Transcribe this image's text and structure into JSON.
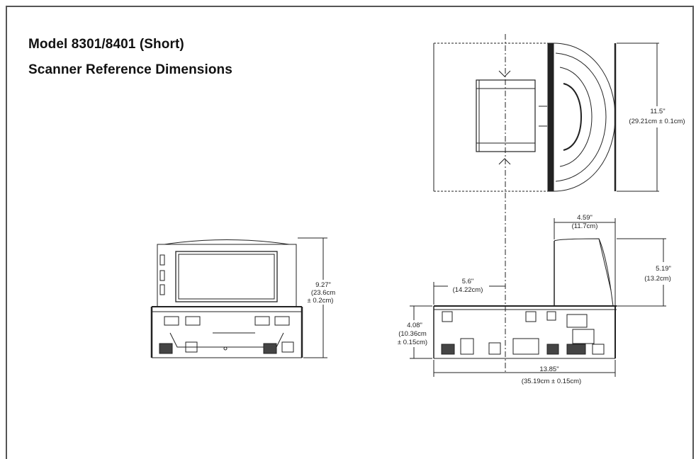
{
  "title": {
    "line1": "Model 8301/8401 (Short)",
    "line2": "Scanner Reference Dimensions"
  },
  "dimensions": {
    "top_depth_in": "11.5\"",
    "top_depth_cm": "(29.21cm ± 0.1cm)",
    "front_height_in": "9.27\"",
    "front_height_cm": "(23.6cm",
    "front_height_tol": "± 0.2cm)",
    "tower_width_in": "4.59\"",
    "tower_width_cm": "(11.7cm)",
    "tower_height_in": "5.19\"",
    "tower_height_cm": "(13.2cm)",
    "offset_in": "5.6\"",
    "offset_cm": "(14.22cm)",
    "base_height_in": "4.08\"",
    "base_height_cm": "(10.36cm",
    "base_height_tol": "± 0.15cm)",
    "overall_length_in": "13.85\"",
    "overall_length_cm": "(35.19cm ± 0.15cm)"
  }
}
